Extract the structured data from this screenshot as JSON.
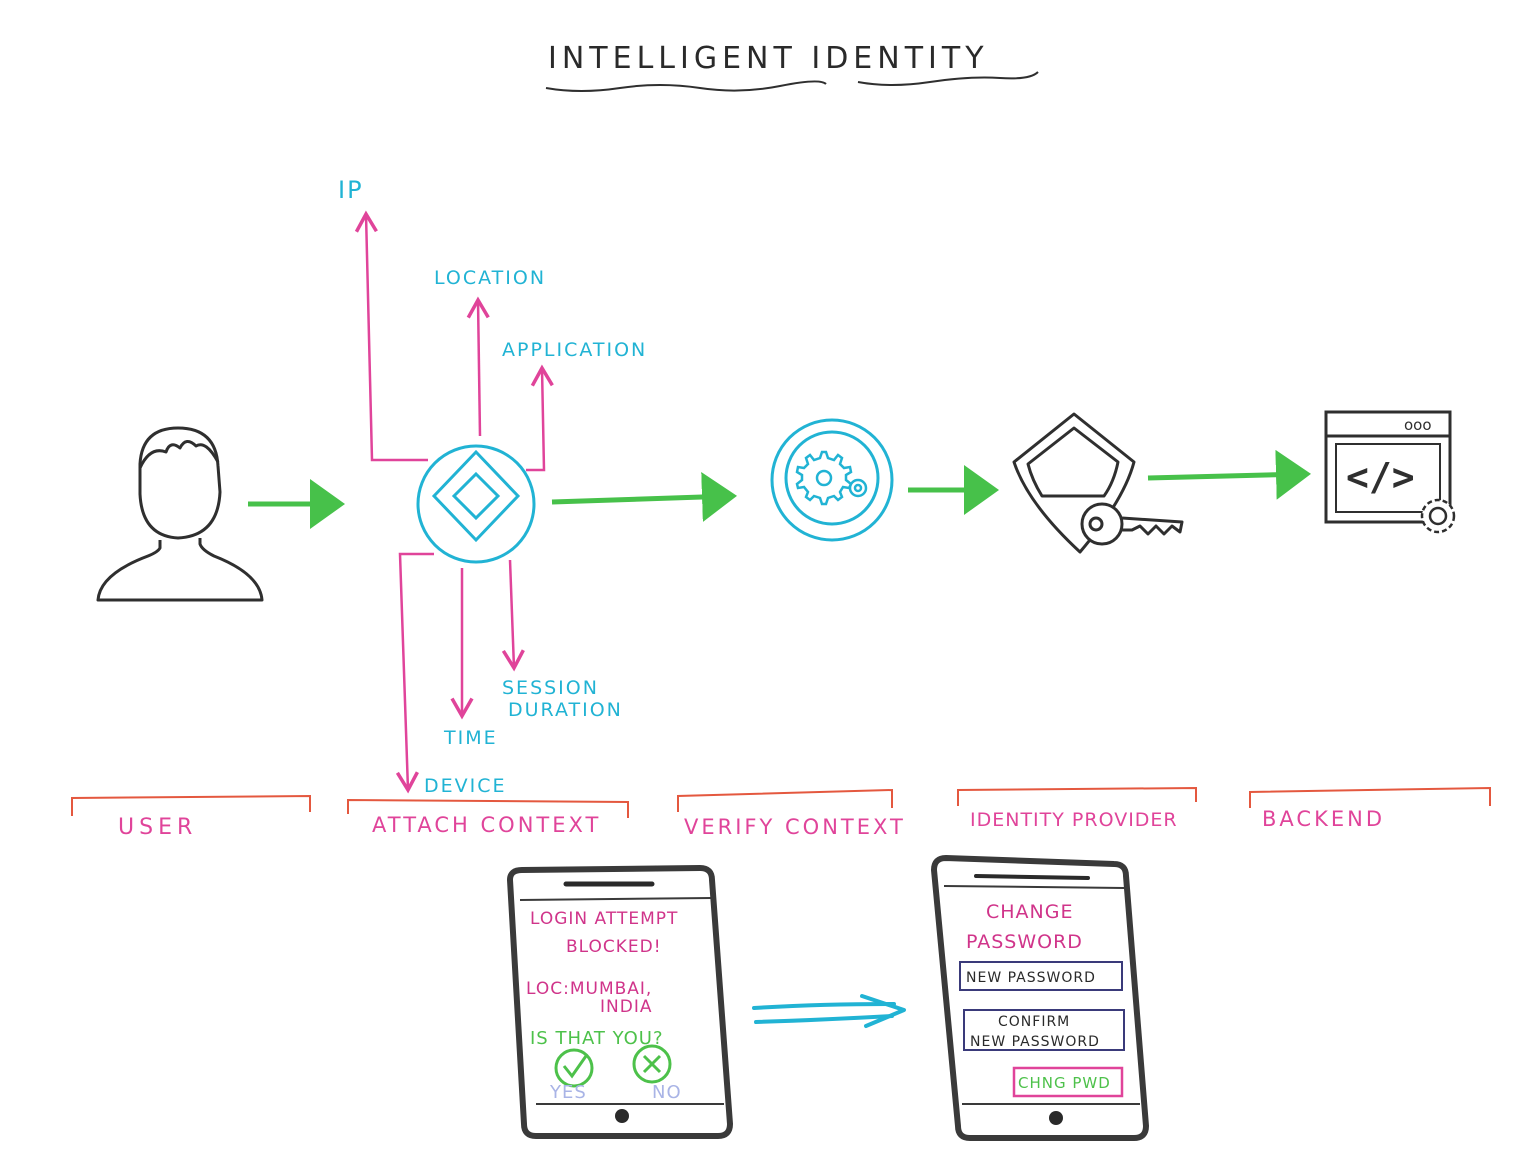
{
  "title": "INTELLIGENT IDENTITY",
  "colors": {
    "context_arrow": "#e0449a",
    "context_label": "#21b3d4",
    "flow_arrow": "#47c14a",
    "lane": "#e4583f",
    "lane_label": "#e0449a",
    "ink": "#2f2f2f",
    "cyan": "#21b3d4"
  },
  "context_attributes": {
    "ip": "IP",
    "location": "LOCATION",
    "application": "APPLICATION",
    "session_line1": "SESSION",
    "session_line2": "DURATION",
    "time": "TIME",
    "device": "DEVICE"
  },
  "lanes": {
    "user": "USER",
    "attach": "ATTACH CONTEXT",
    "verify": "VERIFY CONTEXT",
    "idp": "IDENTITY PROVIDER",
    "backend": "BACKEND"
  },
  "icons": {
    "user": "person-icon",
    "attach": "diamond-circle-icon",
    "verify": "gears-circle-icon",
    "idp": "shield-key-icon",
    "backend": "code-window-gear-icon"
  },
  "backend_window_dots": "ooo",
  "backend_code": "</>",
  "phone_blocked": {
    "line1": "LOGIN ATTEMPT",
    "line2": "BLOCKED!",
    "loc_line1": "LOC:MUMBAI,",
    "loc_line2": "INDIA",
    "question": "IS THAT YOU?",
    "yes": "YES",
    "no": "NO"
  },
  "phone_change": {
    "line1": "CHANGE",
    "line2": "PASSWORD",
    "new_password": "NEW PASSWORD",
    "confirm_line1": "CONFIRM",
    "confirm_line2": "NEW PASSWORD",
    "button": "CHNG PWD"
  }
}
